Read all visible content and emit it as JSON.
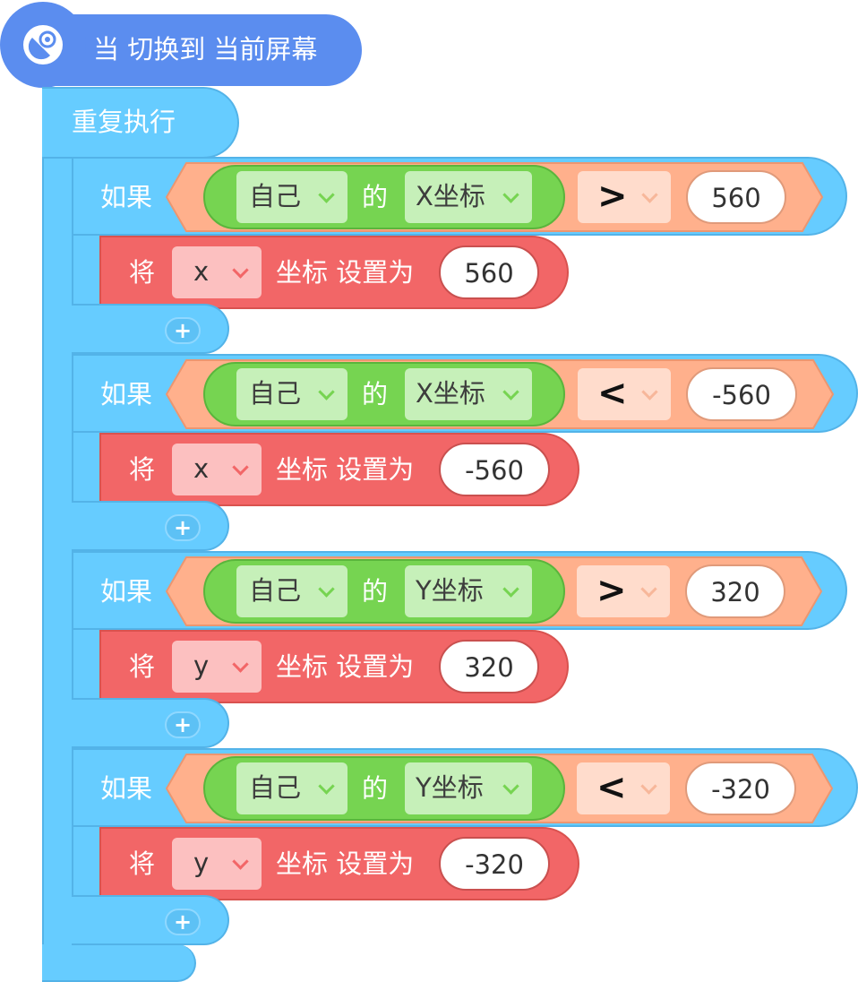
{
  "hat": {
    "label": "当 切换到 当前屏幕",
    "icon": "satellite-dish-icon"
  },
  "loop": {
    "label": "重复执行"
  },
  "if_keyword": "如果",
  "set_keyword": "将",
  "set_mid": "坐标 设置为",
  "self_label": "自己",
  "of_label": "的",
  "colors": {
    "hat": "#5b8def",
    "control": "#66ccff",
    "sensing": "#76d451",
    "operator": "#ffb08c",
    "motion": "#f26667"
  },
  "blocks": [
    {
      "property": "X坐标",
      "operator": ">",
      "value": "560",
      "axis": "x",
      "set_value": "560"
    },
    {
      "property": "X坐标",
      "operator": "<",
      "value": "-560",
      "axis": "x",
      "set_value": "-560"
    },
    {
      "property": "Y坐标",
      "operator": ">",
      "value": "320",
      "axis": "y",
      "set_value": "320"
    },
    {
      "property": "Y坐标",
      "operator": "<",
      "value": "-320",
      "axis": "y",
      "set_value": "-320"
    }
  ]
}
